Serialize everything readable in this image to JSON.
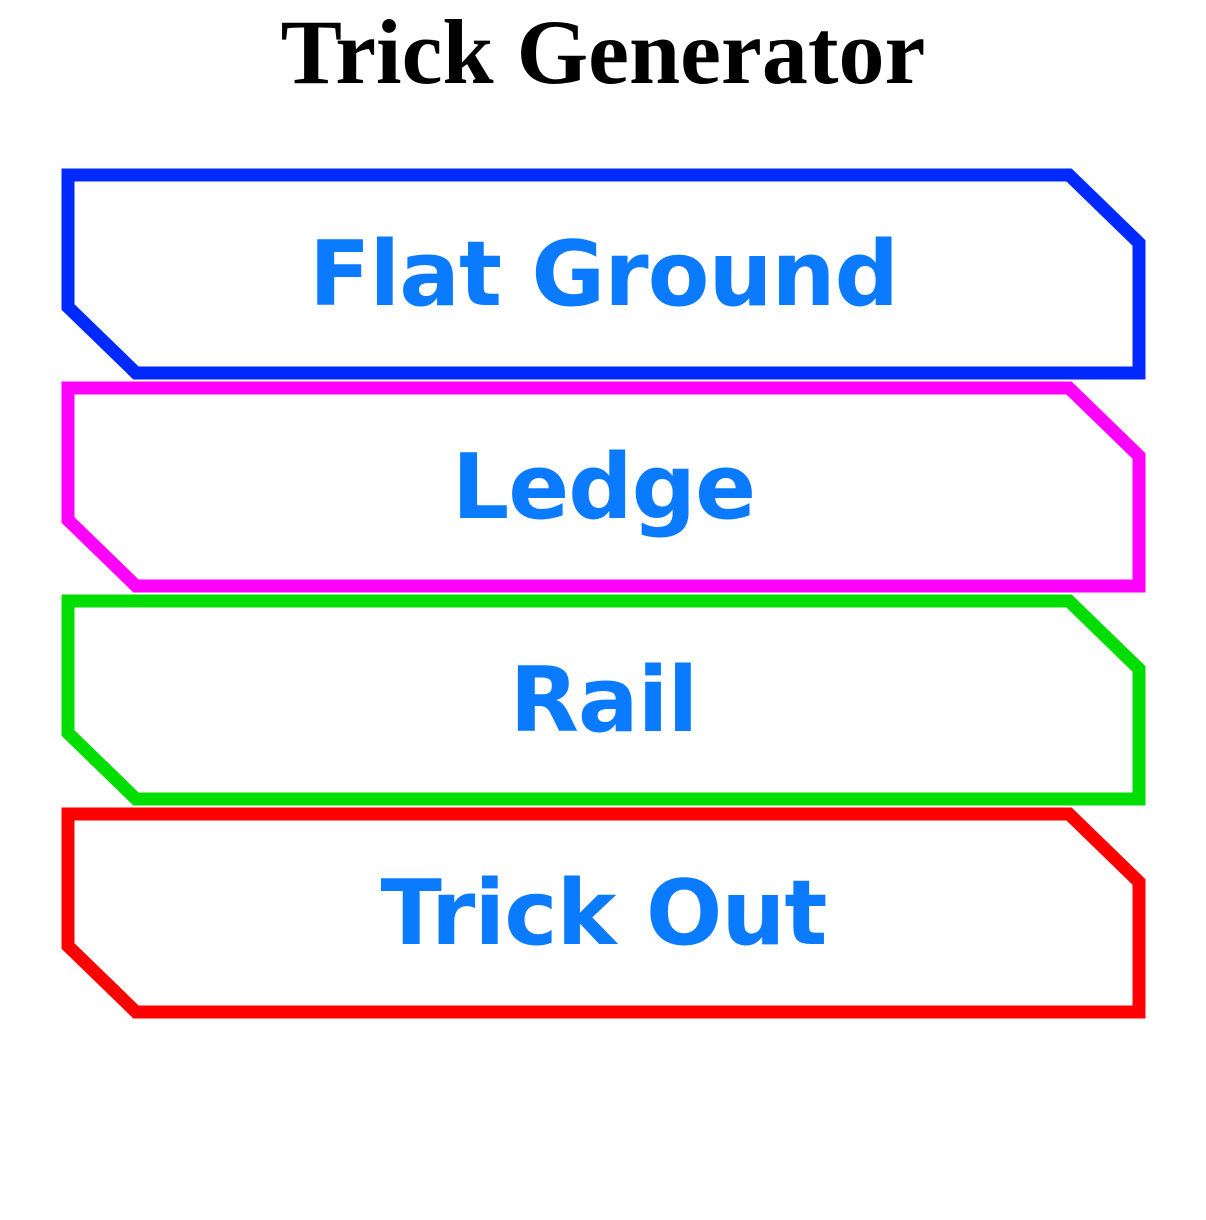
{
  "title": "Trick Generator",
  "buttons": [
    {
      "label": "Flat Ground",
      "border_color": "#0029ff"
    },
    {
      "label": "Ledge",
      "border_color": "#ff00ff"
    },
    {
      "label": "Rail",
      "border_color": "#00dd00"
    },
    {
      "label": "Trick Out",
      "border_color": "#ff0000"
    }
  ],
  "colors": {
    "label_text": "#0a7bff",
    "background": "#ffffff",
    "title_text": "#000000"
  }
}
